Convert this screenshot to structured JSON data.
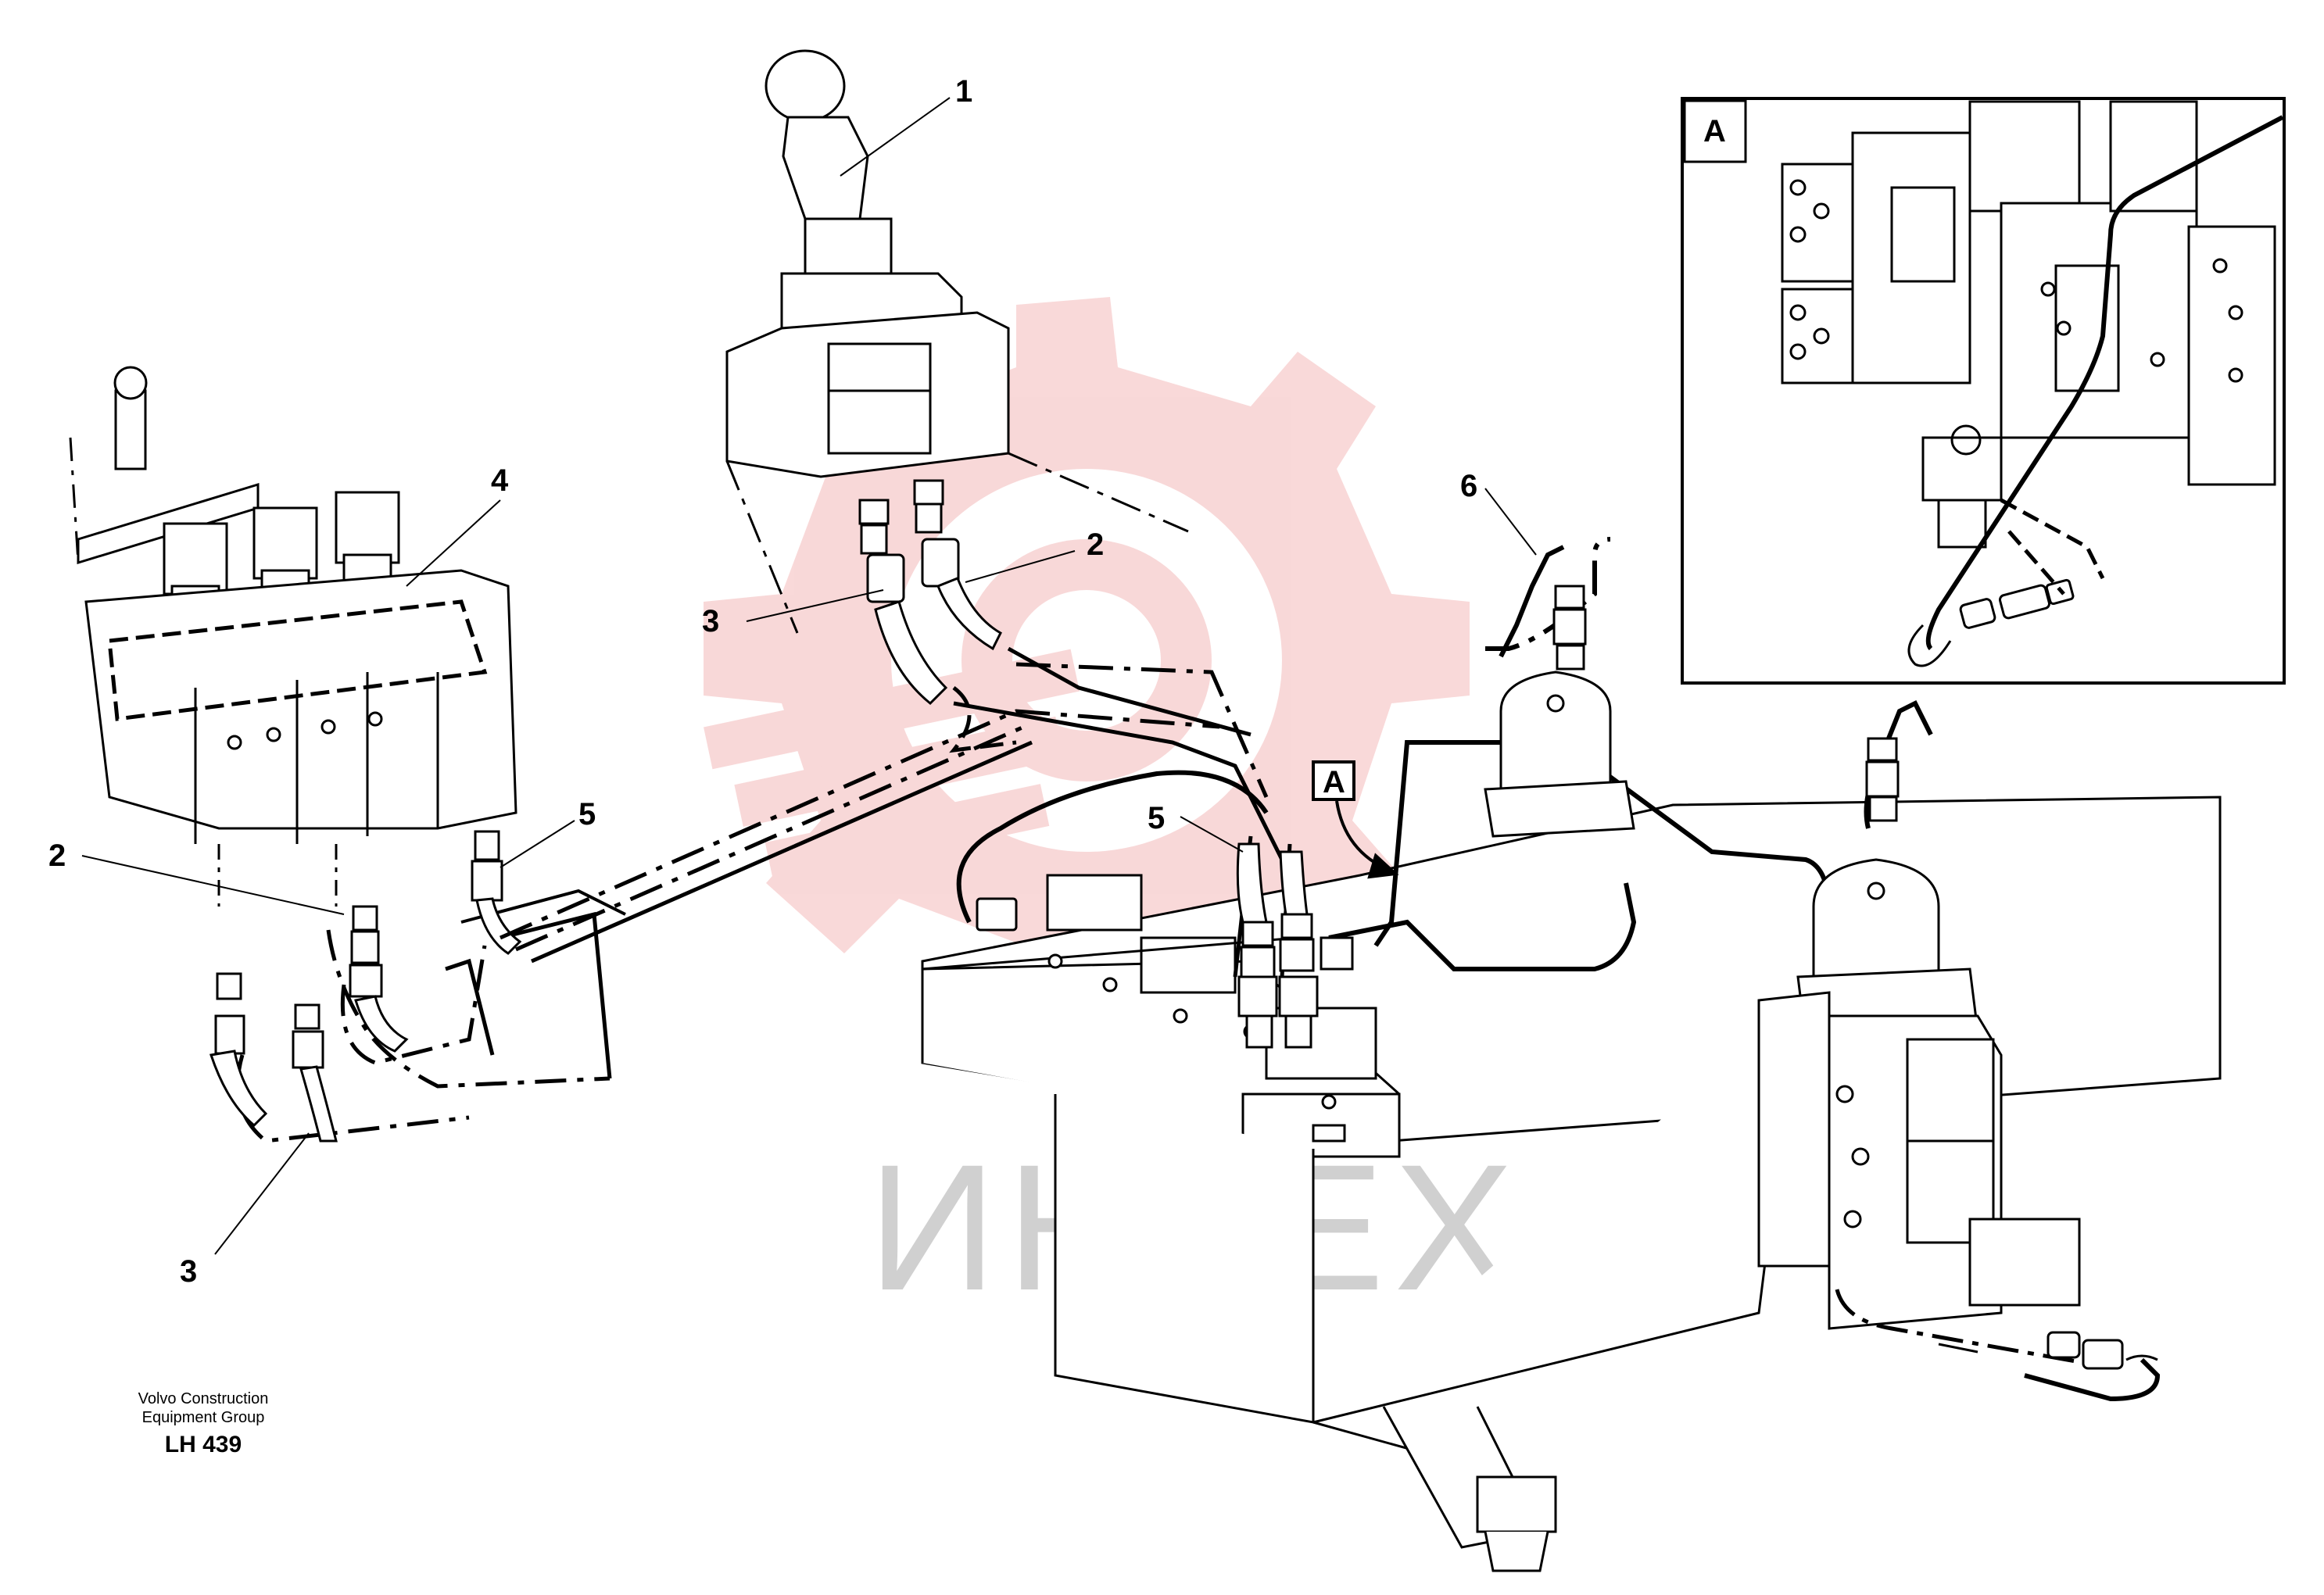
{
  "inset": {
    "label": "A"
  },
  "view_marker": {
    "label": "A"
  },
  "callouts": [
    {
      "id": "c1",
      "text": "1"
    },
    {
      "id": "c2-top",
      "text": "2"
    },
    {
      "id": "c3-top",
      "text": "3"
    },
    {
      "id": "c4",
      "text": "4"
    },
    {
      "id": "c2-left",
      "text": "2"
    },
    {
      "id": "c5-left",
      "text": "5"
    },
    {
      "id": "c3-left",
      "text": "3"
    },
    {
      "id": "c5-mid",
      "text": "5"
    },
    {
      "id": "c6",
      "text": "6"
    }
  ],
  "caption": {
    "line1": "Volvo Construction",
    "line2": "Equipment Group",
    "code": "LH 439"
  },
  "watermark": {
    "text": "ИНТЕХ",
    "color": "#f4b9b9"
  }
}
